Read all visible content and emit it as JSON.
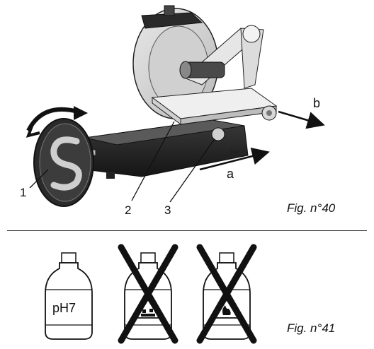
{
  "figure_40": {
    "caption": "Fig. n°40",
    "callouts": {
      "c1": "1",
      "c2": "2",
      "c3": "3"
    },
    "arrows": {
      "a": "a",
      "b": "b"
    }
  },
  "figure_41": {
    "caption": "Fig. n°41",
    "bottles": [
      {
        "label": "pH7",
        "crossed": false,
        "icon": "none"
      },
      {
        "label": "",
        "crossed": true,
        "icon": "corrosive-icon"
      },
      {
        "label": "",
        "crossed": true,
        "icon": "flammable-icon"
      }
    ]
  }
}
